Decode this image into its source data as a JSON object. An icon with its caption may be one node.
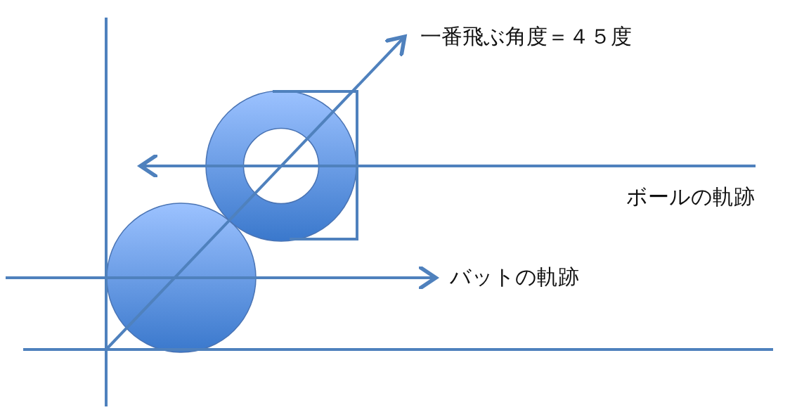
{
  "diagram": {
    "nodes": [
      {
        "text": [],
        "shape": "ring"
      },
      {
        "text": [],
        "shape": "circle"
      }
    ],
    "labels": [
      "一番飛ぶ角度＝４５度",
      "ボールの軌跡",
      "バットの軌跡"
    ]
  }
}
